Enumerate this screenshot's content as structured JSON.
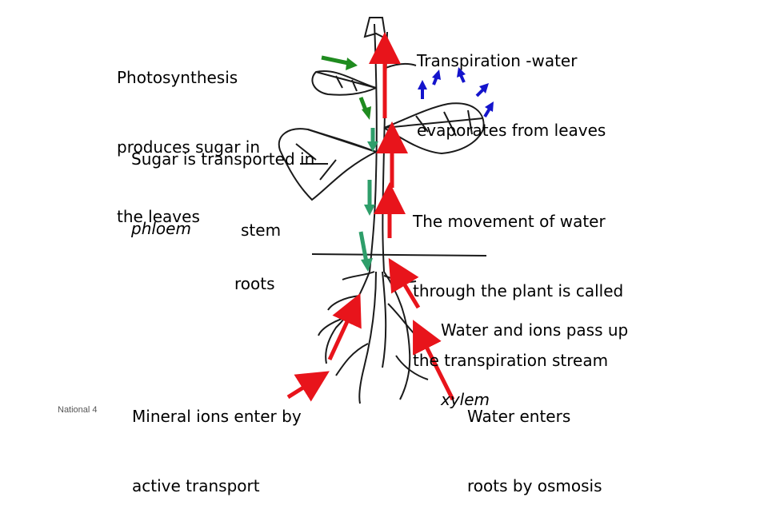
{
  "labels": {
    "photosynthesis": [
      "Photosynthesis",
      "produces sugar in",
      "the leaves"
    ],
    "sugar_transport": {
      "line1": "Sugar is transported in",
      "line2": "phloem"
    },
    "transpiration": [
      "Transpiration -water",
      "evaporates from leaves"
    ],
    "movement": [
      "The movement of water",
      "through the plant is called",
      "the transpiration stream"
    ],
    "stem": "stem",
    "roots": "roots",
    "water_ions": {
      "line1": "Water and ions pass up",
      "line2": "xylem"
    },
    "mineral": [
      "Mineral ions enter by",
      "active transport"
    ],
    "water_enters": [
      "Water enters",
      "roots by osmosis"
    ],
    "footer": "National 4"
  },
  "colors": {
    "xylem_arrow": "#e8141b",
    "phloem_arrow_dark": "#1f8b1f",
    "phloem_arrow_light": "#2e9e6a",
    "evaporation_arrow": "#1414cc",
    "plant_line": "#1a1a1a"
  }
}
